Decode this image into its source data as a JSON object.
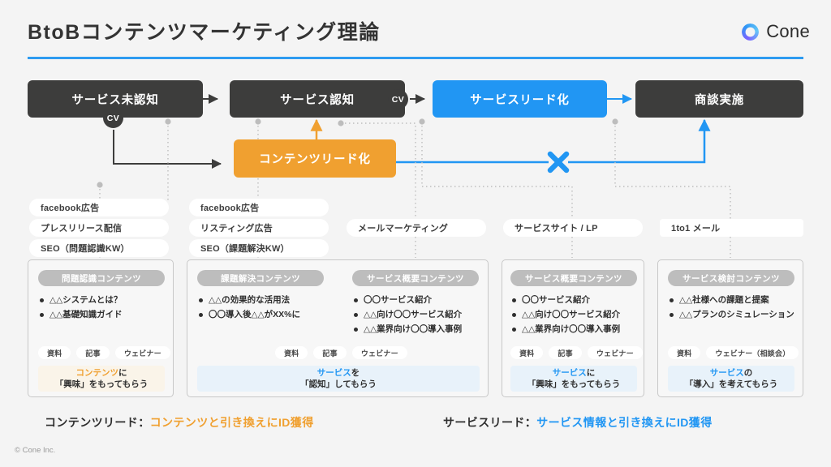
{
  "header": {
    "title": "BtoBコンテンツマーケティング理論",
    "brand": "Cone",
    "logo_icon": "cone-ring-icon"
  },
  "flow": {
    "stages": [
      {
        "label": "サービス未認知",
        "style": "dark"
      },
      {
        "label": "サービス認知",
        "style": "dark"
      },
      {
        "label": "サービスリード化",
        "style": "blue"
      },
      {
        "label": "商談実施",
        "style": "dark"
      }
    ],
    "lead_box": {
      "label": "コンテンツリード化",
      "style": "orange"
    },
    "cv_badges": [
      "CV",
      "CV"
    ],
    "block_marker": "x-mark-icon"
  },
  "channels": [
    {
      "column": 1,
      "items": [
        "facebook広告",
        "プレスリリース配信",
        "SEO（問題認識KW）"
      ]
    },
    {
      "column": 2,
      "items": [
        "facebook広告",
        "リスティング広告",
        "SEO（課題解決KW）"
      ]
    },
    {
      "column": 3,
      "items": [
        "メールマーケティング"
      ]
    },
    {
      "column": 4,
      "items": [
        "サービスサイト / LP"
      ]
    },
    {
      "column": 5,
      "items": [
        "1to1 メール"
      ]
    }
  ],
  "cards": [
    {
      "id": "card-1",
      "heads": [
        "問題認識コンテンツ"
      ],
      "bullet_groups": [
        [
          "△△システムとは？",
          "△△基礎知識ガイド"
        ]
      ],
      "tags": [
        "資料",
        "記事",
        "ウェビナー"
      ],
      "goal": {
        "line1_hl": "コンテンツ",
        "line1_rest": "に",
        "line2": "「興味」をもってもらう",
        "tone": "amber"
      }
    },
    {
      "id": "card-2",
      "heads": [
        "課題解決コンテンツ",
        "サービス概要コンテンツ"
      ],
      "bullet_groups": [
        [
          "△△の効果的な活用法",
          "〇〇導入後△△がXX%に"
        ],
        [
          "〇〇サービス紹介",
          "△△向け〇〇サービス紹介",
          "△△業界向け〇〇導入事例"
        ]
      ],
      "tags": [
        "資料",
        "記事",
        "ウェビナー"
      ],
      "goal": {
        "line1_hl": "サービス",
        "line1_rest": "を",
        "line2": "「認知」してもらう",
        "tone": "sky"
      }
    },
    {
      "id": "card-3",
      "heads": [
        "サービス概要コンテンツ"
      ],
      "bullet_groups": [
        [
          "〇〇サービス紹介",
          "△△向け〇〇サービス紹介",
          "△△業界向け〇〇導入事例"
        ]
      ],
      "tags": [
        "資料",
        "記事",
        "ウェビナー"
      ],
      "goal": {
        "line1_hl": "サービス",
        "line1_rest": "に",
        "line2": "「興味」をもってもらう",
        "tone": "sky"
      }
    },
    {
      "id": "card-4",
      "heads": [
        "サービス検討コンテンツ"
      ],
      "bullet_groups": [
        [
          "△△社様への課題と提案",
          "△△プランのシミュレーション"
        ]
      ],
      "tags": [
        "資料",
        "ウェビナー（相談会）"
      ],
      "goal": {
        "line1_hl": "サービス",
        "line1_rest": "の",
        "line2": "「導入」を考えてもらう",
        "tone": "sky"
      }
    }
  ],
  "legend": {
    "left_label": "コンテンツリード：",
    "left_value": "コンテンツと引き換えにID獲得",
    "right_label": "サービスリード：",
    "right_value": "サービス情報と引き換えにID獲得"
  },
  "copyright": "© Cone Inc.",
  "colors": {
    "dark": "#3d3d3c",
    "blue": "#2196f3",
    "orange": "#f0a030",
    "rule": "#2e9bf0",
    "background": "#f4f4f4"
  }
}
